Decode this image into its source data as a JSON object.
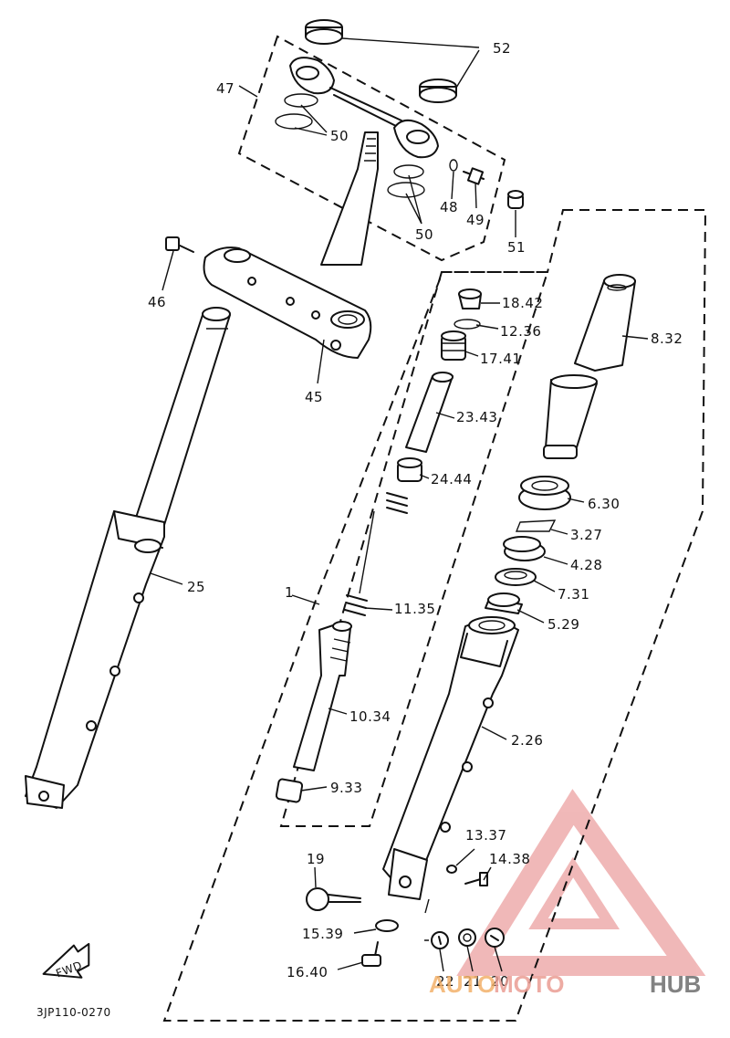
{
  "labels": {
    "p52": "52",
    "p47": "47",
    "p50a": "50",
    "p50b": "50",
    "p48": "48",
    "p49": "49",
    "p51": "51",
    "p46": "46",
    "p45": "45",
    "p18": "18.42",
    "p12": "12.36",
    "p17": "17.41",
    "p8": "8.32",
    "p23": "23.43",
    "p24": "24.44",
    "p6": "6.30",
    "p3": "3.27",
    "p4": "4.28",
    "p7": "7.31",
    "p5": "5.29",
    "p25": "25",
    "p1": "1",
    "p11": "11.35",
    "p10": "10.34",
    "p2": "2.26",
    "p9": "9.33",
    "p13": "13.37",
    "p14": "14.38",
    "p19": "19",
    "p15": "15.39",
    "p16": "16.40",
    "p22": "22",
    "p21": "21",
    "p20": "20"
  },
  "arrow_text": "FWD",
  "drawing_code": "3JP110-0270",
  "watermark": {
    "auto": "AUTO",
    "moto": "MOTO",
    "hub": "HUB",
    "color_auto": "#f3b16a",
    "color_moto": "#ea9d93",
    "color_hub": "#6d6d6d"
  }
}
